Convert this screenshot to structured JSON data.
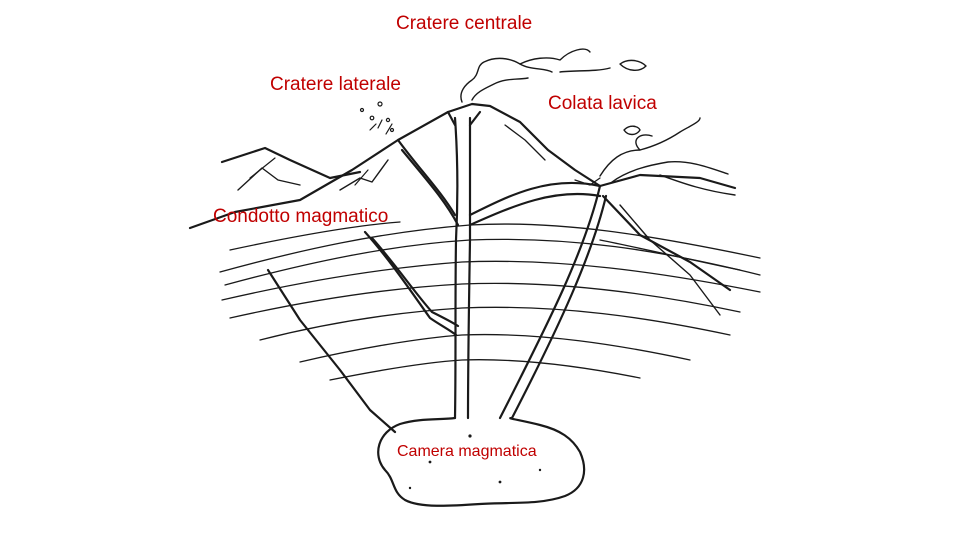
{
  "labels": {
    "central_crater": "Cratere centrale",
    "lateral_crater": "Cratere laterale",
    "lava_flow": "Colata lavica",
    "magma_conduit": "Condotto magmatico",
    "magma_chamber": "Camera magmatica"
  },
  "colors": {
    "label_text": "#c00000",
    "line": "#1a1a1a",
    "background": "#ffffff"
  }
}
